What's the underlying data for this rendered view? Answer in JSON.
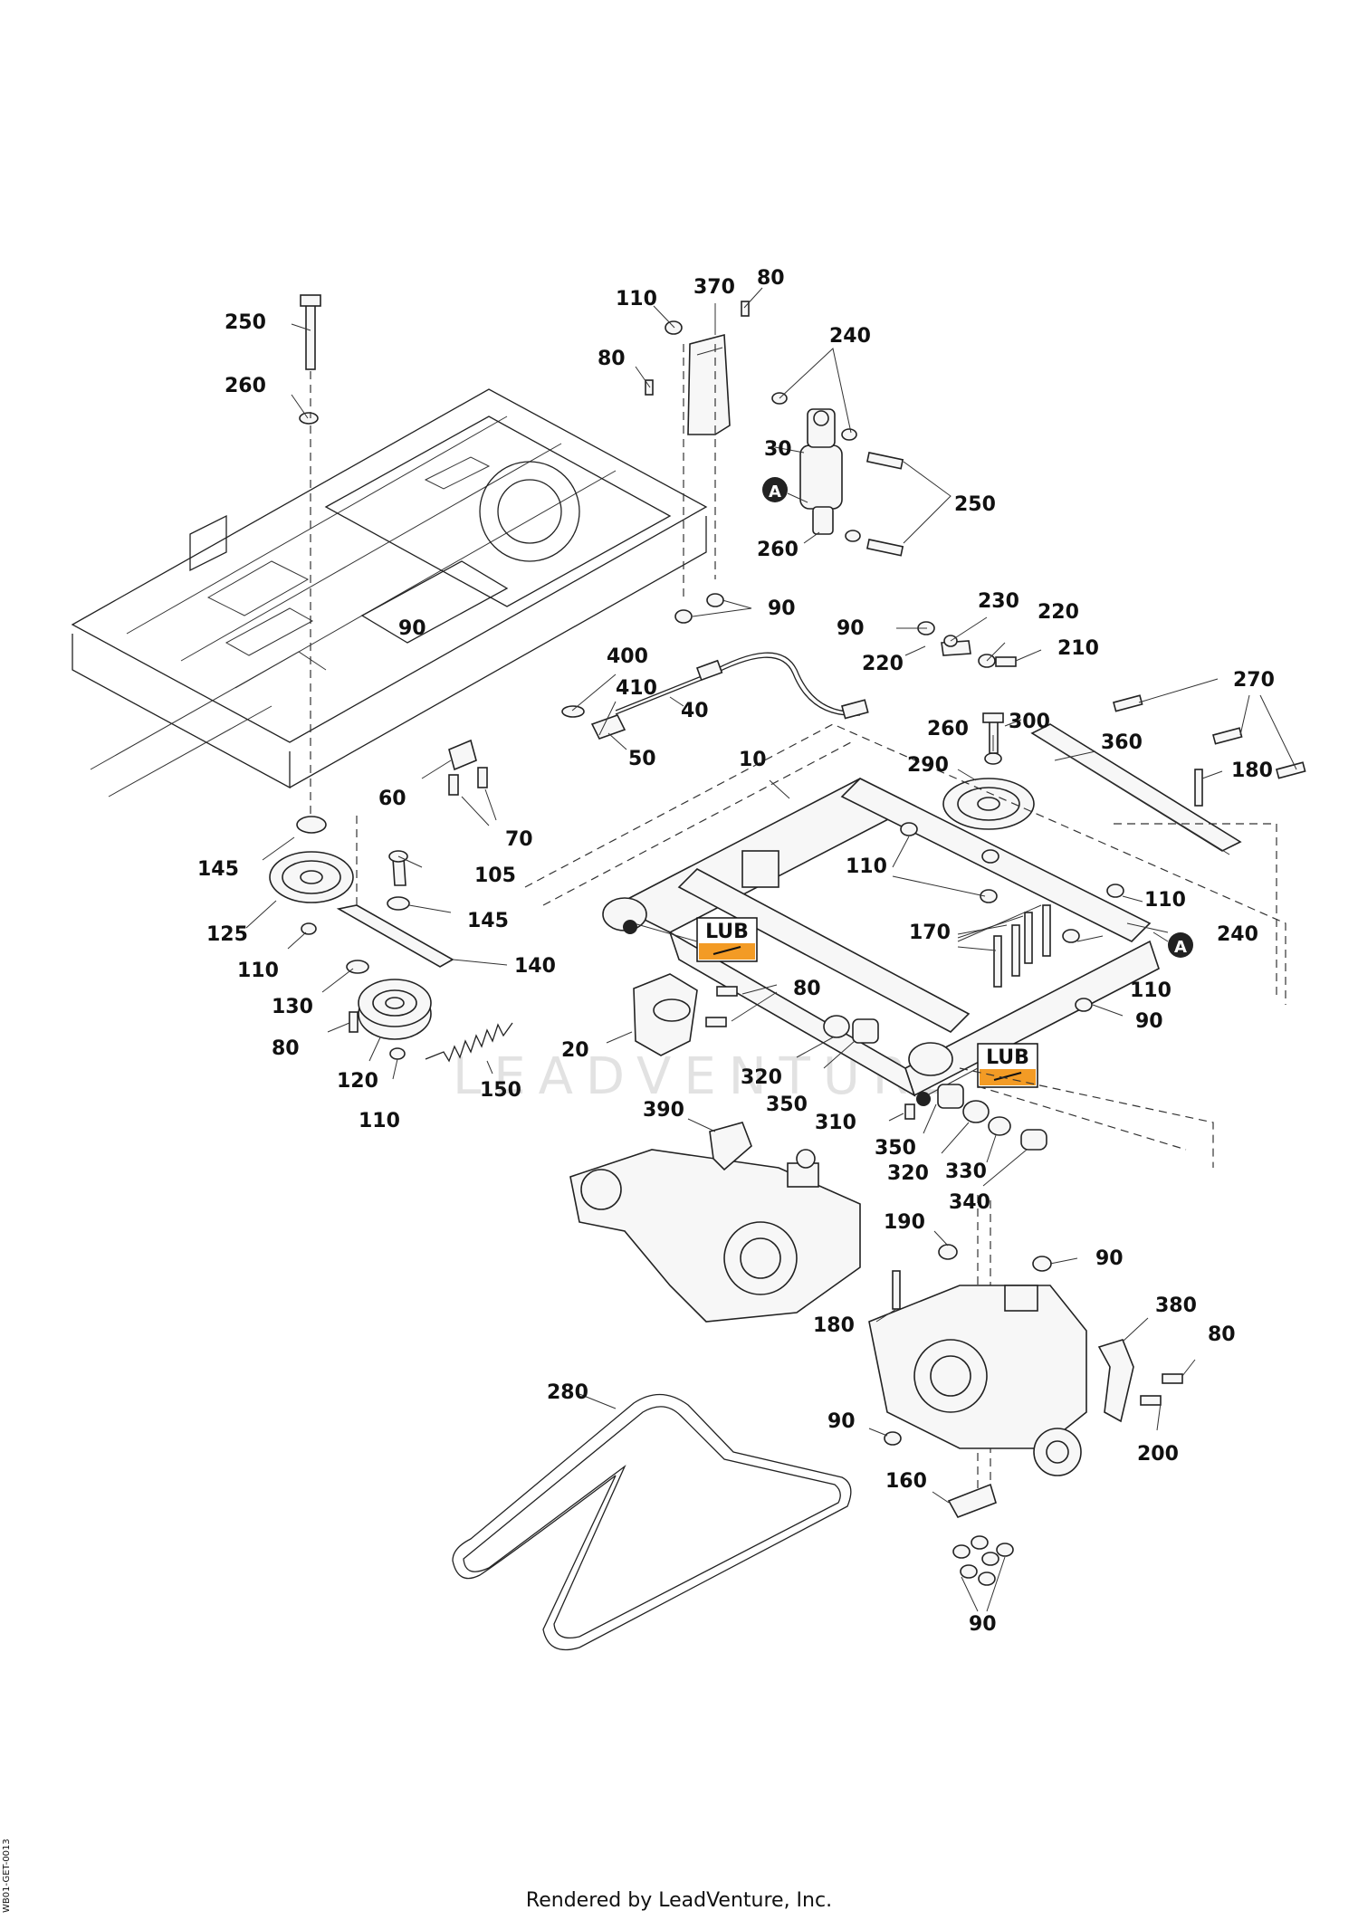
{
  "watermark": "LEADVENTURE",
  "footer": "Rendered by LeadVenture, Inc.",
  "doc_id": "WB01-GET-0013",
  "lub_label": "LUB",
  "ref_marker": "A",
  "callouts": [
    {
      "id": "c-250-a",
      "label": "250"
    },
    {
      "id": "c-260-a",
      "label": "260"
    },
    {
      "id": "c-110-a",
      "label": "110"
    },
    {
      "id": "c-370",
      "label": "370"
    },
    {
      "id": "c-80-a",
      "label": "80"
    },
    {
      "id": "c-80-b",
      "label": "80"
    },
    {
      "id": "c-240-a",
      "label": "240"
    },
    {
      "id": "c-30",
      "label": "30"
    },
    {
      "id": "c-250-b",
      "label": "250"
    },
    {
      "id": "c-260-b",
      "label": "260"
    },
    {
      "id": "c-90-a",
      "label": "90"
    },
    {
      "id": "c-90-b",
      "label": "90"
    },
    {
      "id": "c-400",
      "label": "400"
    },
    {
      "id": "c-410",
      "label": "410"
    },
    {
      "id": "c-40",
      "label": "40"
    },
    {
      "id": "c-50",
      "label": "50"
    },
    {
      "id": "c-90-c",
      "label": "90"
    },
    {
      "id": "c-230",
      "label": "230"
    },
    {
      "id": "c-220-a",
      "label": "220"
    },
    {
      "id": "c-220-b",
      "label": "220"
    },
    {
      "id": "c-210",
      "label": "210"
    },
    {
      "id": "c-270",
      "label": "270"
    },
    {
      "id": "c-260-c",
      "label": "260"
    },
    {
      "id": "c-300",
      "label": "300"
    },
    {
      "id": "c-360",
      "label": "360"
    },
    {
      "id": "c-10",
      "label": "10"
    },
    {
      "id": "c-290",
      "label": "290"
    },
    {
      "id": "c-180-a",
      "label": "180"
    },
    {
      "id": "c-60",
      "label": "60"
    },
    {
      "id": "c-70",
      "label": "70"
    },
    {
      "id": "c-145-a",
      "label": "145"
    },
    {
      "id": "c-105",
      "label": "105"
    },
    {
      "id": "c-125",
      "label": "125"
    },
    {
      "id": "c-145-b",
      "label": "145"
    },
    {
      "id": "c-110-b",
      "label": "110"
    },
    {
      "id": "c-110-c",
      "label": "110"
    },
    {
      "id": "c-110-d",
      "label": "110"
    },
    {
      "id": "c-240-b",
      "label": "240"
    },
    {
      "id": "c-170",
      "label": "170"
    },
    {
      "id": "c-110-e",
      "label": "110"
    },
    {
      "id": "c-140",
      "label": "140"
    },
    {
      "id": "c-130",
      "label": "130"
    },
    {
      "id": "c-80-c",
      "label": "80"
    },
    {
      "id": "c-80-d",
      "label": "80"
    },
    {
      "id": "c-90-d",
      "label": "90"
    },
    {
      "id": "c-20",
      "label": "20"
    },
    {
      "id": "c-120",
      "label": "120"
    },
    {
      "id": "c-150",
      "label": "150"
    },
    {
      "id": "c-320-a",
      "label": "320"
    },
    {
      "id": "c-350-a",
      "label": "350"
    },
    {
      "id": "c-110-f",
      "label": "110"
    },
    {
      "id": "c-390",
      "label": "390"
    },
    {
      "id": "c-310",
      "label": "310"
    },
    {
      "id": "c-350-b",
      "label": "350"
    },
    {
      "id": "c-320-b",
      "label": "320"
    },
    {
      "id": "c-330",
      "label": "330"
    },
    {
      "id": "c-340",
      "label": "340"
    },
    {
      "id": "c-190",
      "label": "190"
    },
    {
      "id": "c-90-e",
      "label": "90"
    },
    {
      "id": "c-380",
      "label": "380"
    },
    {
      "id": "c-180-b",
      "label": "180"
    },
    {
      "id": "c-80-e",
      "label": "80"
    },
    {
      "id": "c-280",
      "label": "280"
    },
    {
      "id": "c-90-f",
      "label": "90"
    },
    {
      "id": "c-200",
      "label": "200"
    },
    {
      "id": "c-160",
      "label": "160"
    },
    {
      "id": "c-90-g",
      "label": "90"
    }
  ]
}
